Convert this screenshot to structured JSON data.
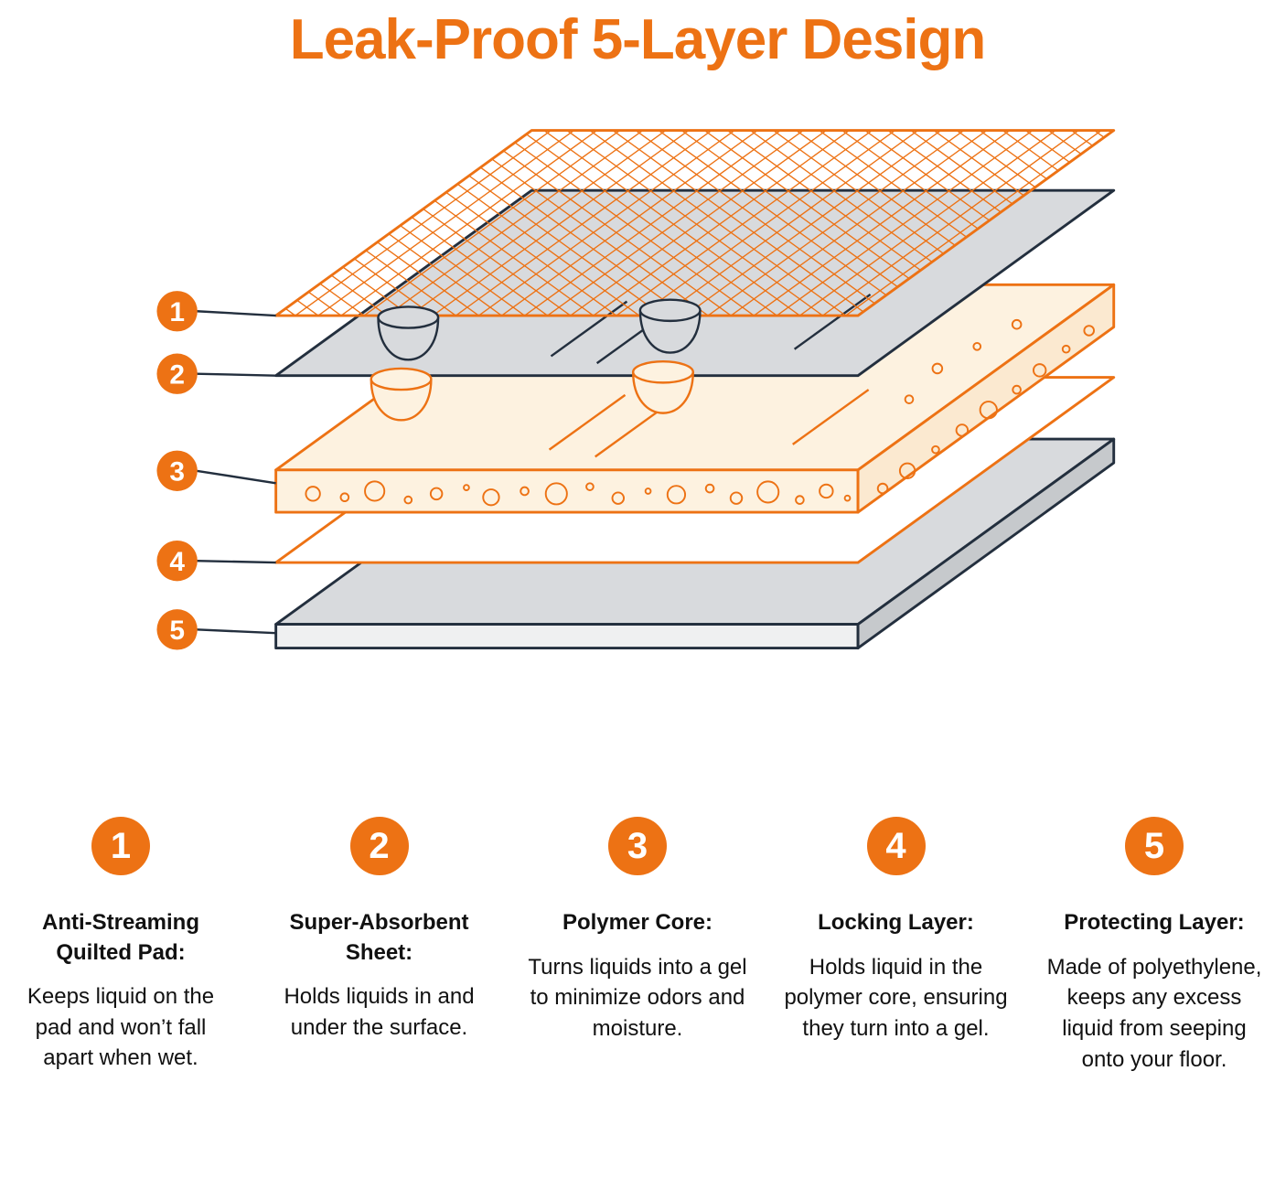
{
  "title": "Leak-Proof 5-Layer Design",
  "colors": {
    "accent_orange": "#ED7214",
    "outline_navy": "#232F3E",
    "gray_fill": "#D8DADD",
    "cream_fill": "#FDF2E0",
    "text": "#111111",
    "background": "#FFFFFF"
  },
  "diagram": {
    "badges": [
      {
        "num": "1"
      },
      {
        "num": "2"
      },
      {
        "num": "3"
      },
      {
        "num": "4"
      },
      {
        "num": "5"
      }
    ]
  },
  "legend": {
    "items": [
      {
        "num": "1",
        "heading": "Anti-Streaming Quilted Pad:",
        "body": "Keeps liquid on the pad and won’t fall apart when wet."
      },
      {
        "num": "2",
        "heading": "Super-Absorbent Sheet:",
        "body": "Holds liquids in and under the surface."
      },
      {
        "num": "3",
        "heading": "Polymer Core:",
        "body": "Turns liquids into a gel to minimize odors and moisture."
      },
      {
        "num": "4",
        "heading": "Locking Layer:",
        "body": "Holds liquid in the polymer core, ensuring they turn into a gel."
      },
      {
        "num": "5",
        "heading": "Protecting Layer:",
        "body": "Made of polyethylene, keeps any excess liquid from seeping onto your floor."
      }
    ]
  }
}
